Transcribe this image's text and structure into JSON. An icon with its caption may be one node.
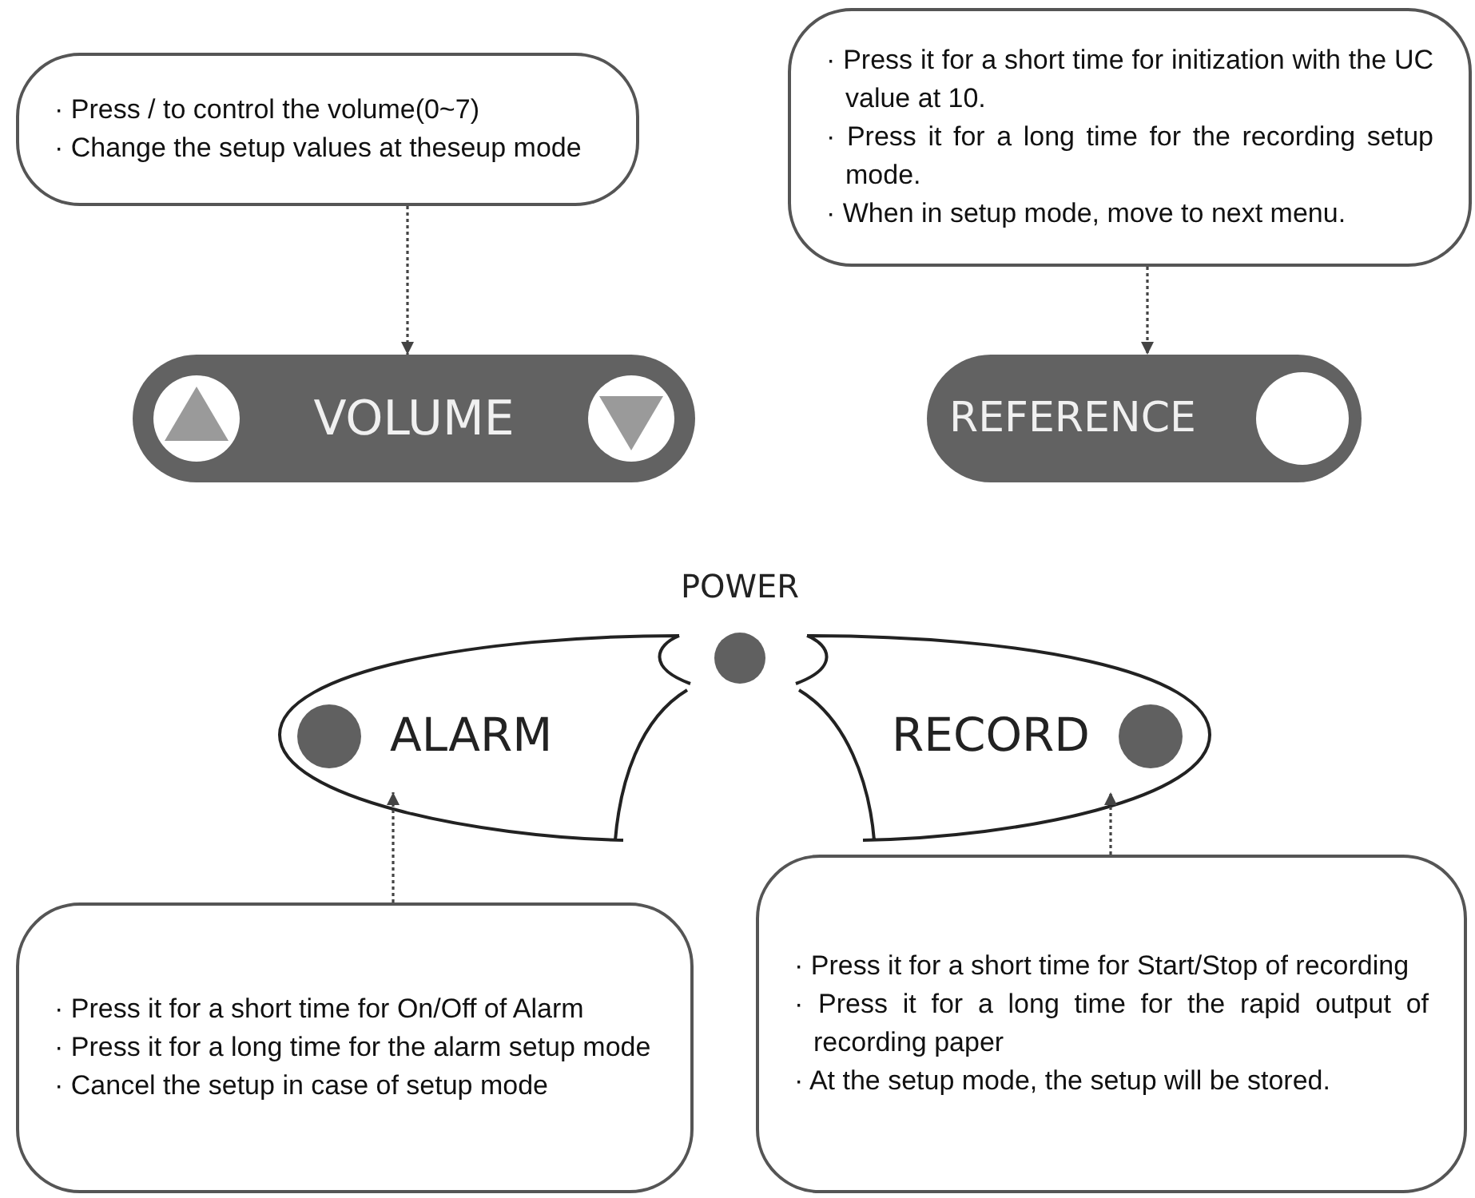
{
  "diagram": {
    "nodes": [
      {
        "text": [
          "· Press / to control the volume(0~7)",
          "· Change the setup values at theseup mode"
        ]
      },
      {
        "text": [
          "VOLUME"
        ]
      },
      {
        "text": [
          "· Press it for a short time for initization with the UC value at 10.",
          "· Press it for a long time for the recording setup mode.",
          "· When in setup mode, move to next menu."
        ]
      },
      {
        "text": [
          "REFERENCE"
        ]
      },
      {
        "text": [
          "POWER"
        ]
      },
      {
        "text": [
          "ALARM"
        ]
      },
      {
        "text": [
          "RECORD"
        ]
      },
      {
        "text": [
          "· Press it for a short time for On/Off of Alarm",
          "· Press it for a long time for the alarm setup mode",
          "· Cancel the setup in case of setup mode"
        ]
      },
      {
        "text": [
          "· Press it for a short time for Start/Stop of recording",
          "· Press it for a long time for the rapid output of recording paper",
          "· At the setup mode, the setup will be stored."
        ]
      }
    ],
    "edges": [
      {
        "from": 0,
        "to": 1,
        "arrow": "to"
      },
      {
        "from": 2,
        "to": 3,
        "arrow": "to"
      },
      {
        "from": 7,
        "to": 5,
        "arrow": "to"
      },
      {
        "from": 8,
        "to": 6,
        "arrow": "to"
      }
    ]
  }
}
